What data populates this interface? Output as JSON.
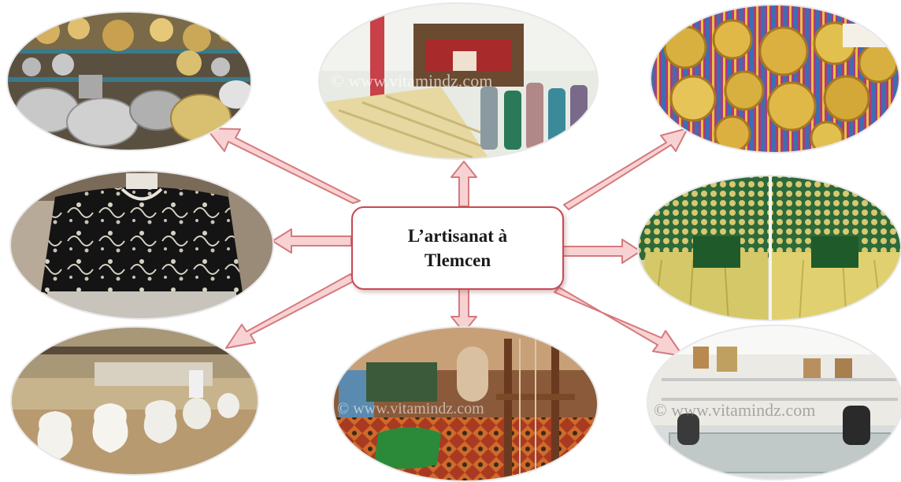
{
  "title": "L’artisanat à Tlemcen",
  "watermarks": {
    "weaving": "© www.vitamindz.com",
    "carpet": "© www.vitamindz.com",
    "shop": "© www.vitamindz.com"
  },
  "colors": {
    "arrow_fill": "#f8d2d2",
    "arrow_stroke": "#d47a7e",
    "box_border": "#c84a52"
  },
  "photos": [
    {
      "id": "metalwork",
      "subject": "copper and brass trays"
    },
    {
      "id": "weaving",
      "subject": "loom and silk threads"
    },
    {
      "id": "basketry",
      "subject": "woven straw baskets"
    },
    {
      "id": "embroidery",
      "subject": "black embroidered velvet jacket"
    },
    {
      "id": "costume",
      "subject": "traditional golden bridal costume"
    },
    {
      "id": "pottery",
      "subject": "white ceramic jugs workshop"
    },
    {
      "id": "carpet",
      "subject": "carpet weaving loom"
    },
    {
      "id": "shop",
      "subject": "craft shop interior"
    }
  ]
}
